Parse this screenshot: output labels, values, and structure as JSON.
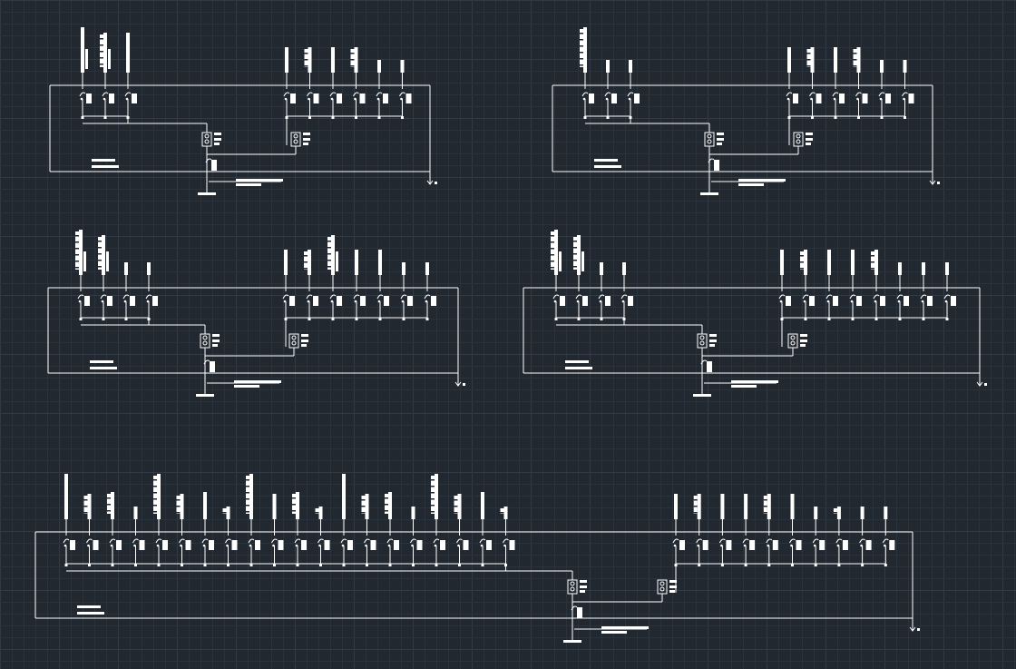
{
  "colors": {
    "background": "#212830",
    "grid_minor": "#2a323b",
    "grid_major": "#323b45",
    "wire": "#ffffff"
  },
  "diagrams": [
    {
      "id": "panel-1",
      "left_branches": 3,
      "right_branches": 6,
      "left_labels": [
        [
          "w",
          "s",
          "b"
        ],
        [
          "l",
          "b",
          "b"
        ],
        [
          "l",
          "s",
          "s"
        ]
      ],
      "right_labels": [
        [
          "m",
          "s",
          "s"
        ],
        [
          "m",
          "b",
          "s"
        ],
        [
          "m",
          "s",
          "s"
        ],
        [
          "m",
          "b",
          "s"
        ],
        [
          "s",
          "s",
          "s"
        ],
        [
          "s",
          "s",
          "s"
        ]
      ]
    },
    {
      "id": "panel-2",
      "left_branches": 3,
      "right_branches": 6,
      "left_labels": [
        [
          "w",
          "l",
          "s"
        ],
        [
          "s",
          "s",
          "s"
        ],
        [
          "s",
          "s",
          "s"
        ]
      ],
      "right_labels": [
        [
          "m",
          "s",
          "s"
        ],
        [
          "m",
          "b",
          "s"
        ],
        [
          "m",
          "s",
          "s"
        ],
        [
          "m",
          "b",
          "s"
        ],
        [
          "s",
          "s",
          "s"
        ],
        [
          "s",
          "s",
          "s"
        ]
      ]
    },
    {
      "id": "panel-3",
      "left_branches": 4,
      "right_branches": 7,
      "left_labels": [
        [
          "w",
          "l",
          "b"
        ],
        [
          "l",
          "b",
          "b"
        ],
        [
          "s",
          "s",
          "s"
        ],
        [
          "s",
          "s",
          "s"
        ]
      ],
      "right_labels": [
        [
          "m",
          "s",
          "s"
        ],
        [
          "m",
          "b",
          "s"
        ],
        [
          "l",
          "b",
          "b"
        ],
        [
          "m",
          "s",
          "s"
        ],
        [
          "m",
          "s",
          "s"
        ],
        [
          "s",
          "s",
          "s"
        ],
        [
          "s",
          "s",
          "s"
        ]
      ]
    },
    {
      "id": "panel-4",
      "left_branches": 4,
      "right_branches": 8,
      "left_labels": [
        [
          "w",
          "l",
          "b"
        ],
        [
          "l",
          "b",
          "w"
        ],
        [
          "s",
          "s",
          "s"
        ],
        [
          "s",
          "s",
          "s"
        ]
      ],
      "right_labels": [
        [
          "m",
          "s",
          "s"
        ],
        [
          "m",
          "b",
          "s"
        ],
        [
          "m",
          "s",
          "s"
        ],
        [
          "m",
          "s",
          "s"
        ],
        [
          "m",
          "b",
          "s"
        ],
        [
          "s",
          "s",
          "s"
        ],
        [
          "s",
          "s",
          "s"
        ],
        [
          "s",
          "s",
          "s"
        ]
      ]
    },
    {
      "id": "panel-5",
      "left_branches": 20,
      "right_branches": 10,
      "left_labels": [],
      "right_labels": []
    }
  ]
}
